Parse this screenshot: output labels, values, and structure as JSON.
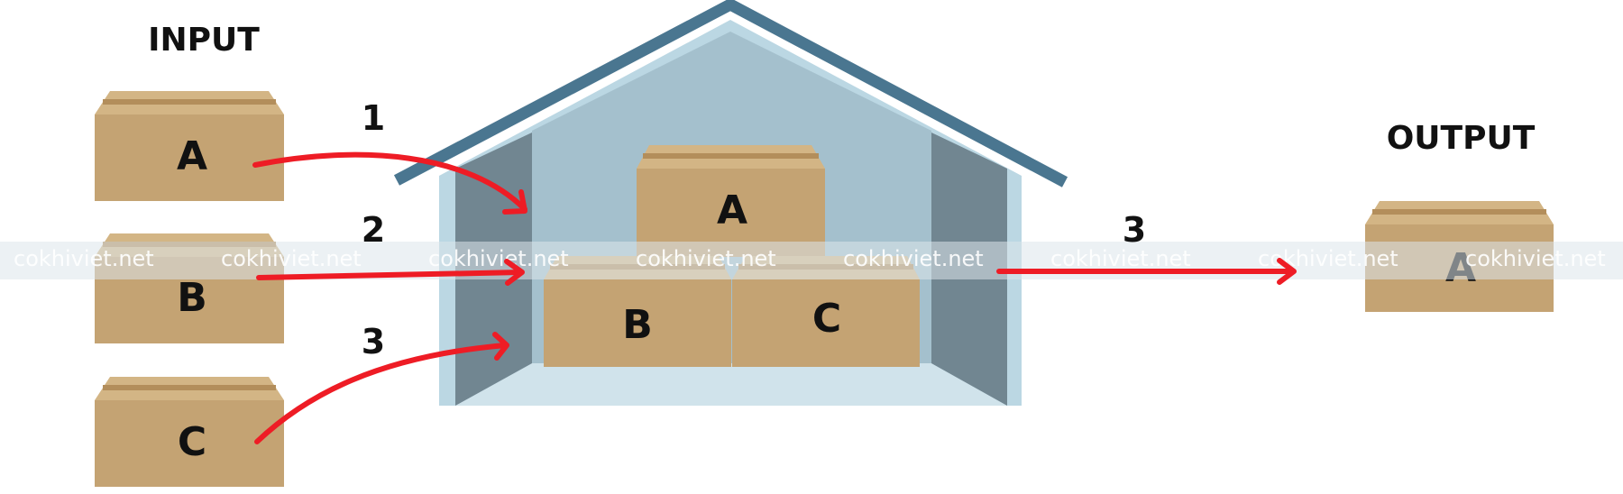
{
  "headings": {
    "input": "INPUT",
    "output": "OUTPUT"
  },
  "input_boxes": [
    "A",
    "B",
    "C"
  ],
  "warehouse_boxes": {
    "top": "A",
    "bottom_left": "B",
    "bottom_right": "C"
  },
  "arrow_labels": {
    "a1": "1",
    "a2": "2",
    "a3": "3",
    "out": "3"
  },
  "output_boxes": [
    "A"
  ],
  "watermark": "cokhiviet.net",
  "colors": {
    "box_body": "#C4A373",
    "box_lid": "#D3B585",
    "box_tape": "#B38E5B",
    "arrow": "#EE1C25",
    "roof": "#4A7690",
    "house_outer": "#BBD7E3",
    "house_back": "#A4C0CD",
    "house_side": "#718691",
    "house_floor": "#D0E3EB",
    "watermark_band": "#DCE6EB"
  }
}
